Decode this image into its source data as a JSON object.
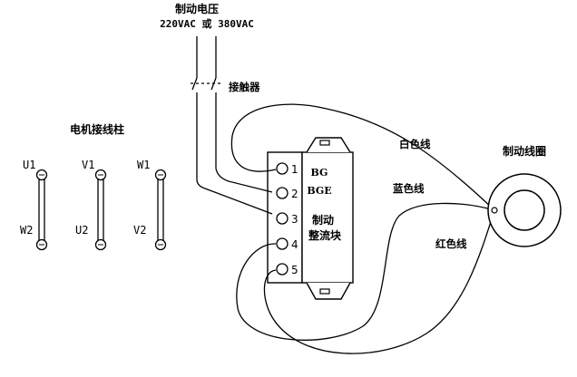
{
  "supply": {
    "title": "制动电压",
    "voltage": "220VAC 或 380VAC"
  },
  "contactor_label": "接触器",
  "motor_terminal": {
    "title": "电机接线柱",
    "top_labels": [
      "U1",
      "V1",
      "W1"
    ],
    "bottom_labels": [
      "W2",
      "U2",
      "V2"
    ]
  },
  "rectifier": {
    "model_line1": "BG",
    "model_line2": "BGE",
    "name_line1": "制动",
    "name_line2": "整流块",
    "terminals": [
      "1",
      "2",
      "3",
      "4",
      "5"
    ]
  },
  "wires": {
    "white": "白色线",
    "blue": "蓝色线",
    "red": "红色线"
  },
  "brake_coil_label": "制动线圈"
}
